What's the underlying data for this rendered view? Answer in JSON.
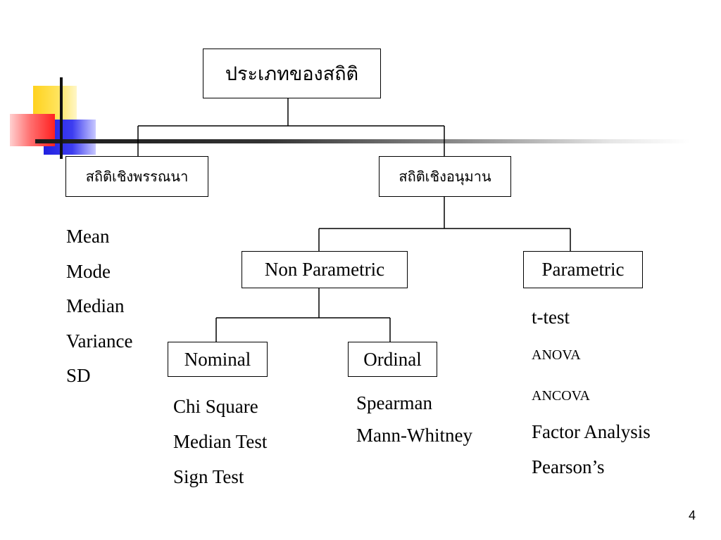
{
  "diagram": {
    "root": "ประเภทของสถิติ",
    "descriptive": {
      "label": "สถิติเชิงพรรณนา",
      "items": [
        "Mean",
        "Mode",
        "Median",
        "Variance",
        "SD"
      ]
    },
    "inferential": {
      "label": "สถิติเชิงอนุมาน",
      "non_parametric": {
        "label": "Non Parametric",
        "nominal": {
          "label": "Nominal",
          "items": [
            "Chi Square",
            "Median Test",
            "Sign Test"
          ]
        },
        "ordinal": {
          "label": "Ordinal",
          "items": [
            "Spearman",
            "Mann-Whitney"
          ]
        }
      },
      "parametric": {
        "label": "Parametric",
        "items": [
          "t-test",
          "ANOVA",
          "ANCOVA",
          "Factor Analysis",
          "Pearson’s"
        ]
      }
    }
  },
  "page_number": "4",
  "colors": {
    "deco_yellow": "#ffd21e",
    "deco_blue": "#2020e0",
    "deco_red": "#ff2020",
    "line": "#000000"
  }
}
